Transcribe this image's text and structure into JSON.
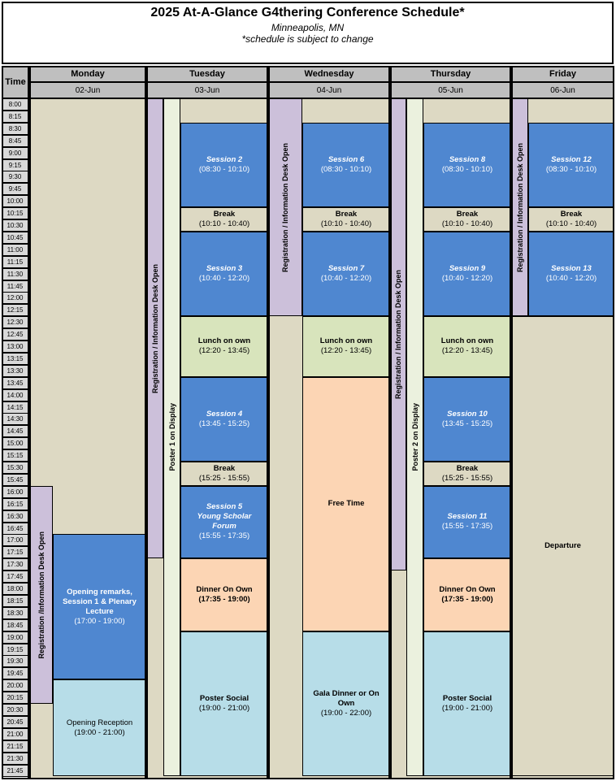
{
  "header": {
    "title": "2025 At-A-Glance G4thering Conference Schedule*",
    "location": "Minneapolis, MN",
    "note": "*schedule is subject to change"
  },
  "time_header": "Time",
  "days": [
    {
      "name": "Monday",
      "date": "02-Jun"
    },
    {
      "name": "Tuesday",
      "date": "03-Jun"
    },
    {
      "name": "Wednesday",
      "date": "04-Jun"
    },
    {
      "name": "Thursday",
      "date": "05-Jun"
    },
    {
      "name": "Friday",
      "date": "06-Jun"
    }
  ],
  "time_slots": [
    "8:00",
    "8:15",
    "8:30",
    "8:45",
    "9:00",
    "9:15",
    "9:30",
    "9:45",
    "10:00",
    "10:15",
    "10:30",
    "10:45",
    "11:00",
    "11:15",
    "11:30",
    "11:45",
    "12:00",
    "12:15",
    "12:30",
    "12:45",
    "13:00",
    "13:15",
    "13:30",
    "13:45",
    "14:00",
    "14:15",
    "14:30",
    "14:45",
    "15:00",
    "15:15",
    "15:30",
    "15:45",
    "16:00",
    "16:15",
    "16:30",
    "16:45",
    "17:00",
    "17:15",
    "17:30",
    "17:45",
    "18:00",
    "18:15",
    "18:30",
    "18:45",
    "19:00",
    "19:15",
    "19:30",
    "19:45",
    "20:00",
    "20:15",
    "20:30",
    "20:45",
    "21:00",
    "21:15",
    "21:30",
    "21:45"
  ],
  "colors": {
    "empty": "#ddd9c3",
    "session": "#4f87d0",
    "break": "#ddd9c3",
    "lunch": "#d8e4bc",
    "dinner": "#fcd5b4",
    "social": "#b7dde8",
    "registration": "#ccc0da",
    "poster": "#ebf1de"
  },
  "events": [
    {
      "name": "mon-registration",
      "label": "Registration /Information Desk Open",
      "type": "registration",
      "vertical": true,
      "day": 0,
      "lane": "left",
      "start": "16:00",
      "end": "20:30"
    },
    {
      "name": "mon-opening-remarks",
      "lines": [
        "Opening remarks,",
        "Session 1 & Plenary",
        "Lecture",
        "(17:00 - 19:00)"
      ],
      "bold_lines": 3,
      "type": "session",
      "plain": true,
      "day": 0,
      "lane": "right",
      "start": "17:00",
      "end": "20:00"
    },
    {
      "name": "mon-opening-reception",
      "lines": [
        "Opening Reception",
        "(19:00 - 21:00)"
      ],
      "bold_lines": 0,
      "type": "social",
      "day": 0,
      "lane": "right",
      "start": "20:00",
      "end": "22:00"
    },
    {
      "name": "tue-registration",
      "label": "Registration / Information Desk Open",
      "type": "registration",
      "vertical": true,
      "day": 1,
      "lane": "left",
      "start": "8:00",
      "end": "17:30"
    },
    {
      "name": "tue-poster",
      "label": "Poster 1 on Display",
      "type": "poster",
      "vertical": true,
      "day": 1,
      "lane": "mid",
      "start": "8:00",
      "end": "22:00"
    },
    {
      "name": "tue-session-2",
      "lines": [
        "Session 2",
        "(08:30 - 10:10)"
      ],
      "bold_lines": 1,
      "type": "session",
      "day": 1,
      "lane": "right",
      "start": "8:30",
      "end": "10:15"
    },
    {
      "name": "tue-break-1",
      "lines": [
        "Break",
        "(10:10 - 10:40)"
      ],
      "bold_lines": 1,
      "type": "break",
      "day": 1,
      "lane": "right",
      "start": "10:15",
      "end": "10:45"
    },
    {
      "name": "tue-session-3",
      "lines": [
        "Session 3",
        "(10:40 - 12:20)"
      ],
      "bold_lines": 1,
      "type": "session",
      "day": 1,
      "lane": "right",
      "start": "10:45",
      "end": "12:30"
    },
    {
      "name": "tue-lunch",
      "lines": [
        "Lunch on own",
        "(12:20 - 13:45)"
      ],
      "bold_lines": 1,
      "type": "lunch",
      "day": 1,
      "lane": "right",
      "start": "12:30",
      "end": "13:45"
    },
    {
      "name": "tue-session-4",
      "lines": [
        "Session 4",
        "(13:45 - 15:25)"
      ],
      "bold_lines": 1,
      "type": "session",
      "day": 1,
      "lane": "right",
      "start": "13:45",
      "end": "15:30"
    },
    {
      "name": "tue-break-2",
      "lines": [
        "Break",
        "(15:25 - 15:55)"
      ],
      "bold_lines": 1,
      "type": "break",
      "day": 1,
      "lane": "right",
      "start": "15:30",
      "end": "16:00"
    },
    {
      "name": "tue-session-5",
      "lines": [
        "Session 5",
        "Young Scholar",
        "Forum",
        "(15:55 - 17:35)"
      ],
      "bold_lines": 3,
      "type": "session",
      "day": 1,
      "lane": "right",
      "start": "16:00",
      "end": "17:30"
    },
    {
      "name": "tue-dinner",
      "lines": [
        "Dinner On Own",
        "(17:35 - 19:00)"
      ],
      "bold_lines": 2,
      "type": "dinner",
      "day": 1,
      "lane": "right",
      "start": "17:30",
      "end": "19:00"
    },
    {
      "name": "tue-poster-social",
      "lines": [
        "Poster Social",
        "(19:00 - 21:00)"
      ],
      "bold_lines": 1,
      "type": "social",
      "day": 1,
      "lane": "right",
      "start": "19:00",
      "end": "22:00"
    },
    {
      "name": "wed-registration",
      "label": "Registration / Information Desk Open",
      "type": "registration",
      "vertical": true,
      "day": 2,
      "lane": "left",
      "start": "8:00",
      "end": "12:30"
    },
    {
      "name": "wed-session-6",
      "lines": [
        "Session 6",
        "(08:30 - 10:10)"
      ],
      "bold_lines": 1,
      "type": "session",
      "day": 2,
      "lane": "right",
      "start": "8:30",
      "end": "10:15"
    },
    {
      "name": "wed-break",
      "lines": [
        "Break",
        "(10:10 - 10:40)"
      ],
      "bold_lines": 1,
      "type": "break",
      "day": 2,
      "lane": "right",
      "start": "10:15",
      "end": "10:45"
    },
    {
      "name": "wed-session-7",
      "lines": [
        "Session 7",
        "(10:40 - 12:20)"
      ],
      "bold_lines": 1,
      "type": "session",
      "day": 2,
      "lane": "right",
      "start": "10:45",
      "end": "12:30"
    },
    {
      "name": "wed-lunch",
      "lines": [
        "Lunch on own",
        "(12:20 - 13:45)"
      ],
      "bold_lines": 1,
      "type": "lunch",
      "day": 2,
      "lane": "right",
      "start": "12:30",
      "end": "13:45"
    },
    {
      "name": "wed-free-time",
      "lines": [
        "Free Time"
      ],
      "bold_lines": 1,
      "type": "dinner",
      "day": 2,
      "lane": "right",
      "start": "13:45",
      "end": "19:00"
    },
    {
      "name": "wed-gala-dinner",
      "lines": [
        "Gala Dinner or On Own",
        "(19:00 - 22:00)"
      ],
      "bold_lines": 1,
      "type": "social",
      "day": 2,
      "lane": "right",
      "start": "19:00",
      "end": "22:00"
    },
    {
      "name": "thu-registration",
      "label": "Registration / Information Desk Open",
      "type": "registration",
      "vertical": true,
      "day": 3,
      "lane": "left",
      "start": "8:00",
      "end": "17:45"
    },
    {
      "name": "thu-poster",
      "label": "Poster 2 on Display",
      "type": "poster",
      "vertical": true,
      "day": 3,
      "lane": "mid",
      "start": "8:00",
      "end": "22:00"
    },
    {
      "name": "thu-session-8",
      "lines": [
        "Session 8",
        "(08:30 - 10:10)"
      ],
      "bold_lines": 1,
      "type": "session",
      "day": 3,
      "lane": "right",
      "start": "8:30",
      "end": "10:15"
    },
    {
      "name": "thu-break-1",
      "lines": [
        "Break",
        "(10:10 - 10:40)"
      ],
      "bold_lines": 1,
      "type": "break",
      "day": 3,
      "lane": "right",
      "start": "10:15",
      "end": "10:45"
    },
    {
      "name": "thu-session-9",
      "lines": [
        "Session 9",
        "(10:40 - 12:20)"
      ],
      "bold_lines": 1,
      "type": "session",
      "day": 3,
      "lane": "right",
      "start": "10:45",
      "end": "12:30"
    },
    {
      "name": "thu-lunch",
      "lines": [
        "Lunch on own",
        "(12:20 - 13:45)"
      ],
      "bold_lines": 1,
      "type": "lunch",
      "day": 3,
      "lane": "right",
      "start": "12:30",
      "end": "13:45"
    },
    {
      "name": "thu-session-10",
      "lines": [
        "Session 10",
        "(13:45 - 15:25)"
      ],
      "bold_lines": 1,
      "type": "session",
      "day": 3,
      "lane": "right",
      "start": "13:45",
      "end": "15:30"
    },
    {
      "name": "thu-break-2",
      "lines": [
        "Break",
        "(15:25 - 15:55)"
      ],
      "bold_lines": 1,
      "type": "break",
      "day": 3,
      "lane": "right",
      "start": "15:30",
      "end": "16:00"
    },
    {
      "name": "thu-session-11",
      "lines": [
        "Session 11",
        "(15:55 - 17:35)"
      ],
      "bold_lines": 1,
      "type": "session",
      "day": 3,
      "lane": "right",
      "start": "16:00",
      "end": "17:30"
    },
    {
      "name": "thu-dinner",
      "lines": [
        "Dinner On Own",
        "(17:35 - 19:00)"
      ],
      "bold_lines": 2,
      "type": "dinner",
      "day": 3,
      "lane": "right",
      "start": "17:30",
      "end": "19:00"
    },
    {
      "name": "thu-poster-social",
      "lines": [
        "Poster Social",
        "(19:00 - 21:00)"
      ],
      "bold_lines": 1,
      "type": "social",
      "day": 3,
      "lane": "right",
      "start": "19:00",
      "end": "22:00"
    },
    {
      "name": "fri-registration",
      "label": "Registration / Information Desk Open",
      "type": "registration",
      "vertical": true,
      "day": 4,
      "lane": "left",
      "start": "8:00",
      "end": "12:30"
    },
    {
      "name": "fri-session-12",
      "lines": [
        "Session 12",
        "(08:30 - 10:10)"
      ],
      "bold_lines": 1,
      "type": "session",
      "day": 4,
      "lane": "right",
      "start": "8:30",
      "end": "10:15"
    },
    {
      "name": "fri-break",
      "lines": [
        "Break",
        "(10:10 - 10:40)"
      ],
      "bold_lines": 1,
      "type": "break",
      "day": 4,
      "lane": "right",
      "start": "10:15",
      "end": "10:45"
    },
    {
      "name": "fri-session-13",
      "lines": [
        "Session 13",
        "(10:40 - 12:20)"
      ],
      "bold_lines": 1,
      "type": "session",
      "day": 4,
      "lane": "right",
      "start": "10:45",
      "end": "12:30"
    },
    {
      "name": "fri-departure",
      "lines": [
        "Departure"
      ],
      "bold_lines": 1,
      "type": "empty",
      "day": 4,
      "lane": "full",
      "start": "12:30",
      "end": "22:00"
    }
  ]
}
